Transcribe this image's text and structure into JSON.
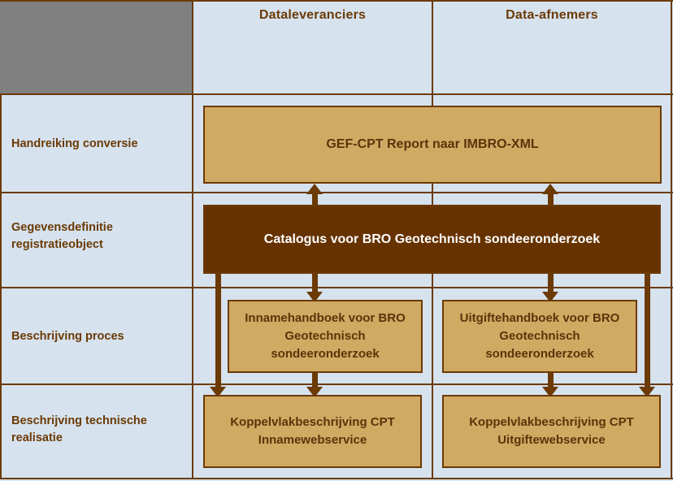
{
  "diagram": {
    "title_corner": "",
    "background_color": "#d6e2ee",
    "line_color": "#6b3a05",
    "corner_block_color": "#808080",
    "box_tan_color": "#d0a963",
    "box_dark_color": "#663300"
  },
  "columns": [
    {
      "label": "Dataleveranciers"
    },
    {
      "label": "Data-afnemers"
    }
  ],
  "rows": [
    {
      "label": "Handreiking conversie"
    },
    {
      "label": "Gegevensdefinitie registratieobject"
    },
    {
      "label": "Beschrijving proces"
    },
    {
      "label": "Beschrijving technische realisatie"
    }
  ],
  "boxes": {
    "gef_cpt": "GEF-CPT Report naar IMBRO-XML",
    "catalogus": "Catalogus voor BRO Geotechnisch sondeeronderzoek",
    "innamehandboek": "Innamehandboek voor BRO Geotechnisch sondeeronderzoek",
    "uitgiftehandboek": "Uitgiftehandboek voor BRO Geotechnisch sondeeronderzoek",
    "koppelvlak_inname": "Koppelvlakbeschrijving CPT Innamewebservice",
    "koppelvlak_uitgifte": "Koppelvlakbeschrijving CPT Uitgiftewebservice"
  }
}
